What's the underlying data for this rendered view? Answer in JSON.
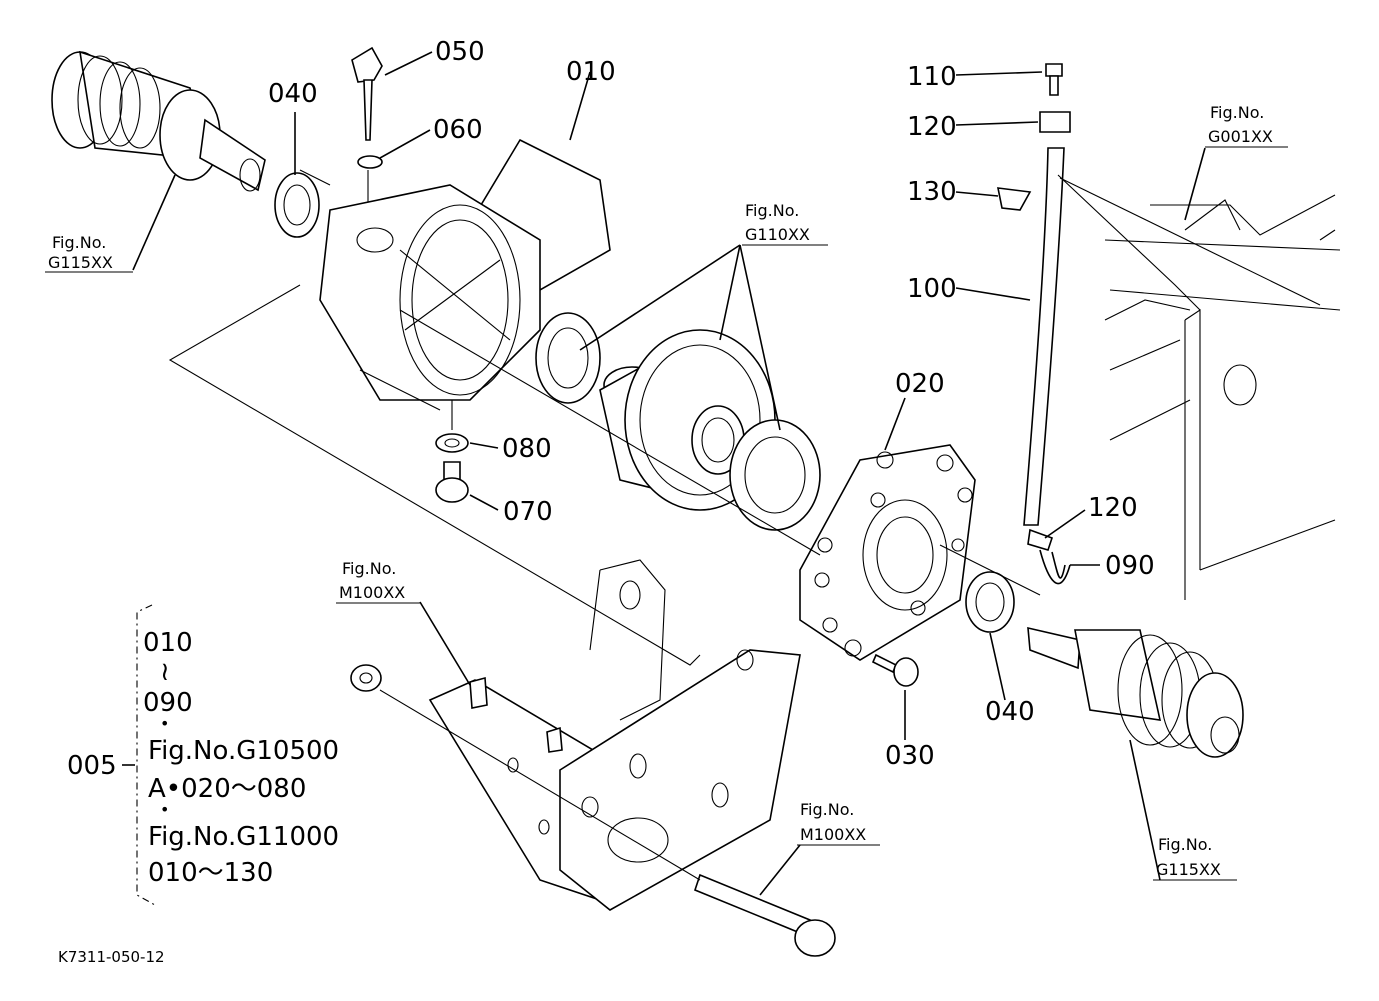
{
  "drawing_code": "K7311-050-12",
  "callouts": {
    "p010": "010",
    "p020": "020",
    "p030": "030",
    "p040a": "040",
    "p040b": "040",
    "p050": "050",
    "p060": "060",
    "p070": "070",
    "p080": "080",
    "p090": "090",
    "p100": "100",
    "p110": "110",
    "p120a": "120",
    "p120b": "120",
    "p130": "130"
  },
  "figure_refs": {
    "fig_label": "Fig.No.",
    "g115_left": "G115XX",
    "g110": "G110XX",
    "g001": "G001XX",
    "m100_top": "M100XX",
    "m100_bottom": "M100XX",
    "g115_right": "G115XX"
  },
  "assembly_group": {
    "number": "005",
    "line1": "010",
    "tilde": "≀",
    "line2": "090",
    "dot": "•",
    "line3": "Fig.No.G10500",
    "line4": "A•020～080",
    "line5": "Fig.No.G11000",
    "line6": "010～130"
  }
}
